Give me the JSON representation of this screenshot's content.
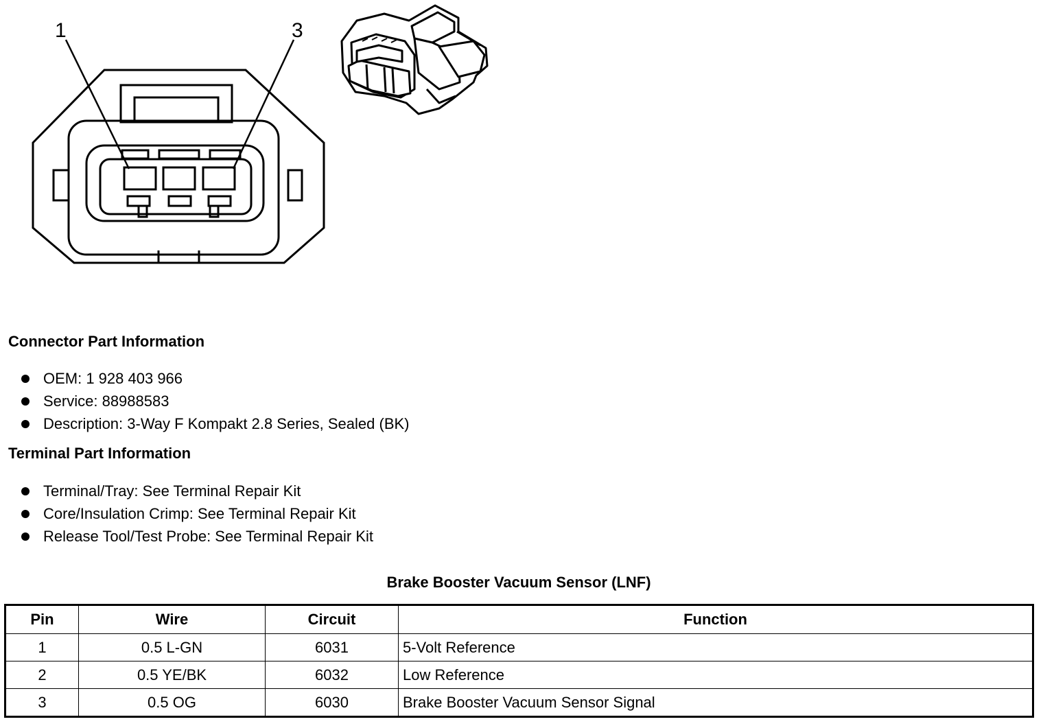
{
  "diagram": {
    "pin_labels": [
      "1",
      "3"
    ]
  },
  "connector_part_info": {
    "heading": "Connector Part Information",
    "items": [
      "OEM: 1 928 403 966",
      "Service: 88988583",
      "Description: 3-Way F Kompakt 2.8 Series, Sealed (BK)"
    ]
  },
  "terminal_part_info": {
    "heading": "Terminal Part Information",
    "items": [
      "Terminal/Tray: See Terminal Repair Kit",
      "Core/Insulation Crimp: See Terminal Repair Kit",
      "Release Tool/Test Probe: See Terminal Repair Kit"
    ]
  },
  "table": {
    "title": "Brake Booster Vacuum Sensor (LNF)",
    "headers": [
      "Pin",
      "Wire",
      "Circuit",
      "Function"
    ],
    "rows": [
      [
        "1",
        "0.5 L-GN",
        "6031",
        "5-Volt Reference"
      ],
      [
        "2",
        "0.5 YE/BK",
        "6032",
        "Low Reference"
      ],
      [
        "3",
        "0.5 OG",
        "6030",
        "Brake Booster Vacuum Sensor Signal"
      ]
    ]
  }
}
